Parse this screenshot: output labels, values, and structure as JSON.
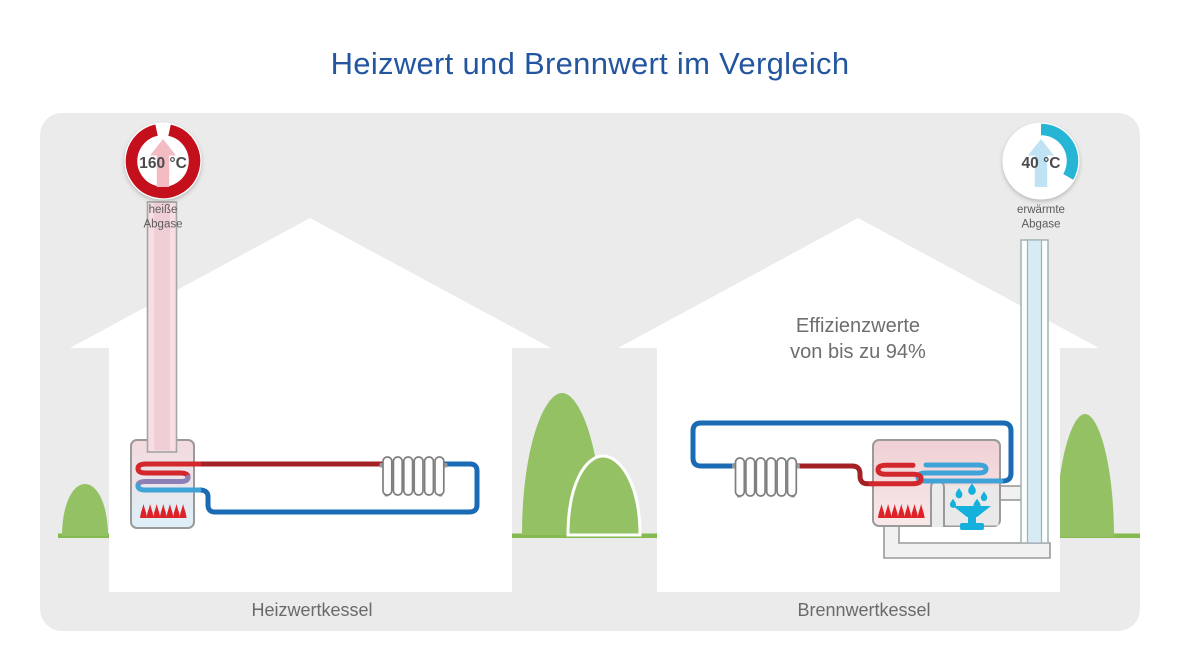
{
  "title": "Heizwert und Brennwert im Vergleich",
  "left_house": {
    "gauge": {
      "value": "160 °C",
      "label_line1": "heiße",
      "label_line2": "Abgase"
    },
    "caption": "Heizwertkessel"
  },
  "right_house": {
    "gauge": {
      "value": "40 °C",
      "label_line1": "erwärmte",
      "label_line2": "Abgase"
    },
    "note_line1": "Effizienzwerte",
    "note_line2": "von bis zu 94%",
    "caption": "Brennwertkessel"
  },
  "colors": {
    "title_blue": "#2456a0",
    "panel_gray": "#ebebec",
    "gauge_red": "#c4101c",
    "gauge_cyan": "#27b5d6",
    "arrow_pink": "#f2bcc2",
    "arrow_light_blue": "#bfe2f4",
    "pipe_red": "#a32125",
    "pipe_blue": "#1a6ab4",
    "coil_red": "#d2272c",
    "coil_purple": "#8d7fb5",
    "coil_blue": "#3fa3d8",
    "flame_red": "#dd2328",
    "condensate_cyan": "#15b0dc",
    "bush_green": "#93c163",
    "ground_green": "#84ba50"
  }
}
